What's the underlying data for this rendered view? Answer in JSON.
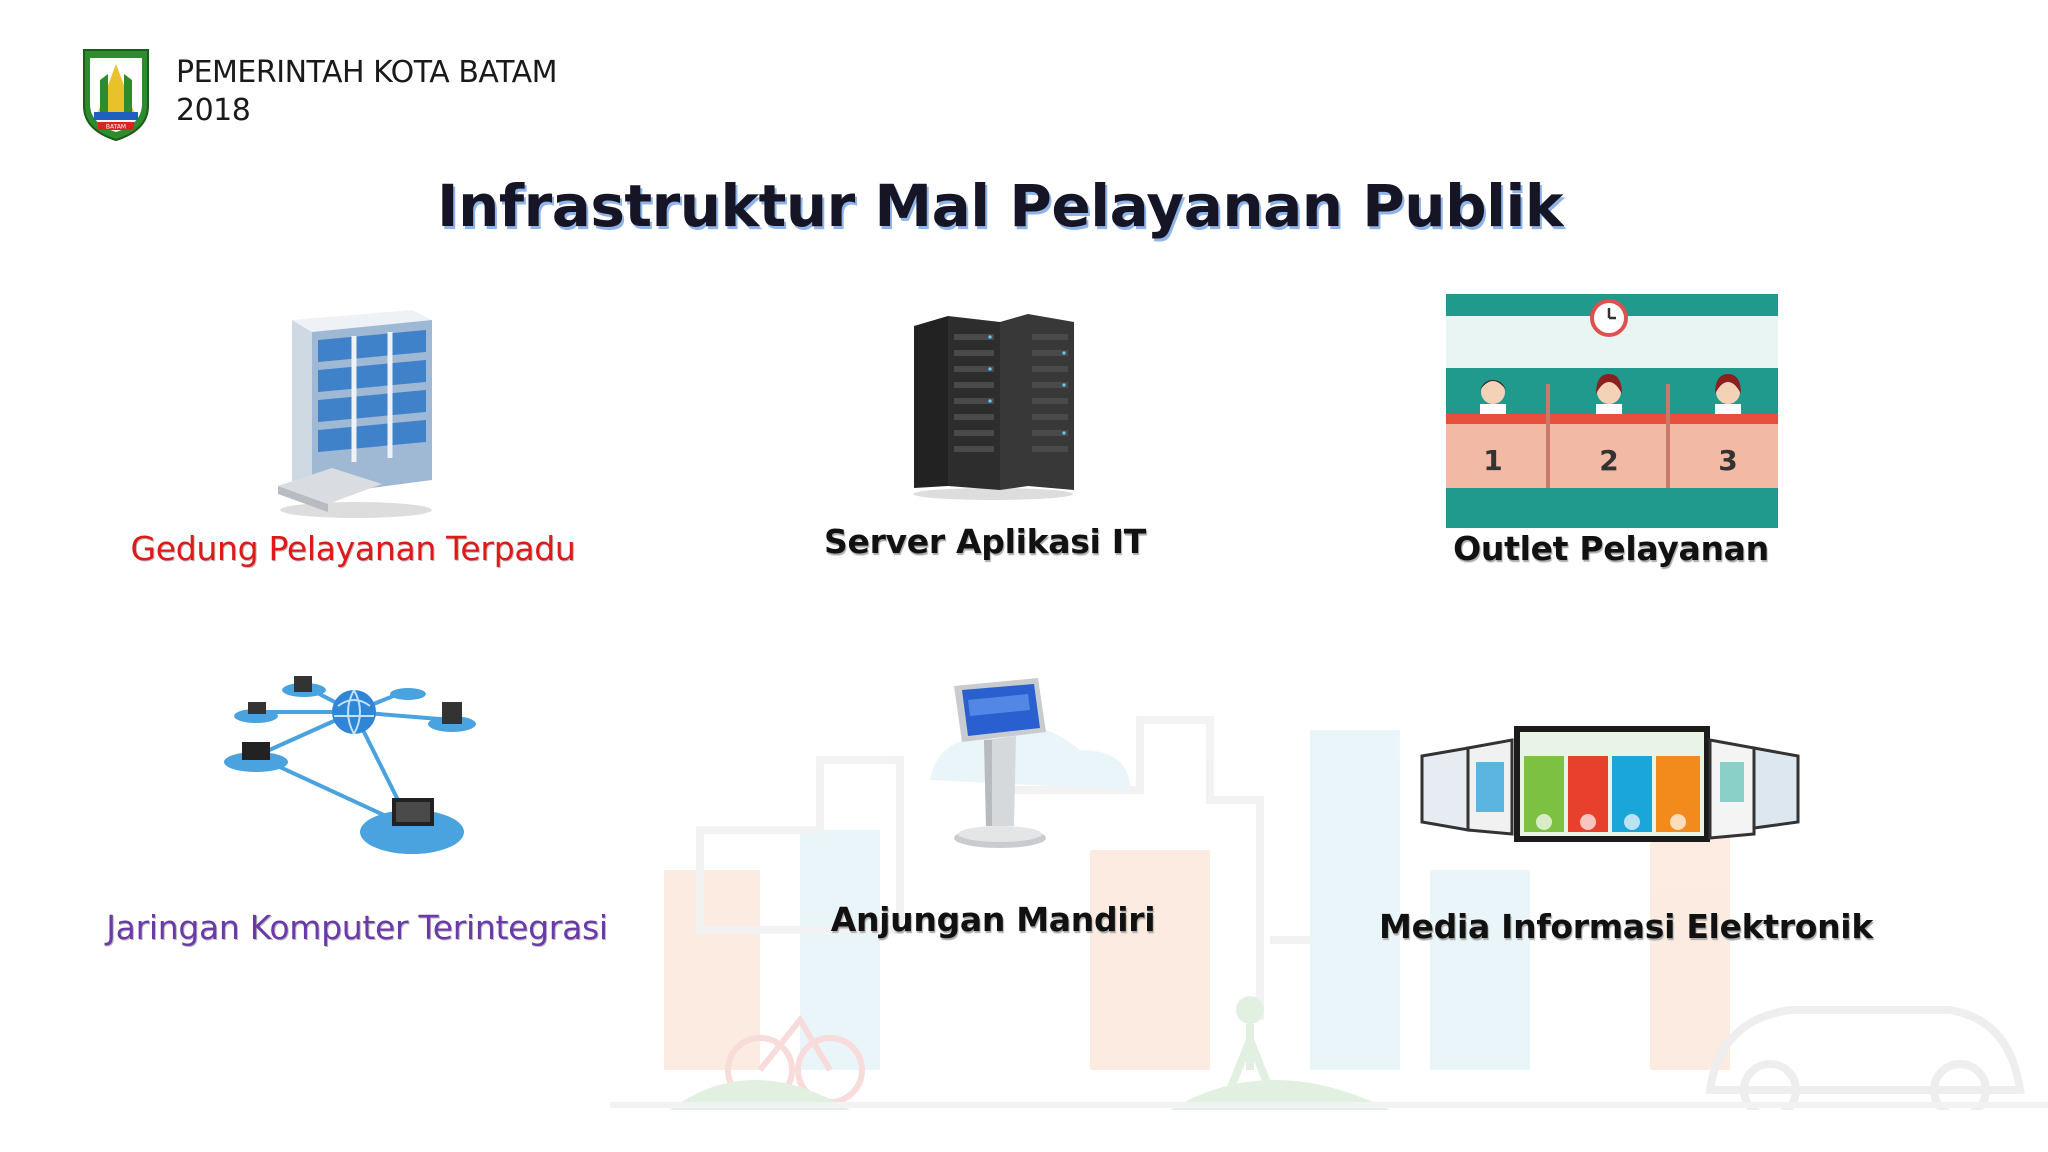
{
  "header": {
    "org_name": "PEMERINTAH KOTA BATAM",
    "year": "2018",
    "logo_text": "BATAM"
  },
  "title": "Infrastruktur Mal Pelayanan Publik",
  "items": [
    {
      "label": "Gedung Pelayanan Terpadu",
      "icon": "building-icon",
      "color": "#e01818"
    },
    {
      "label": "Server Aplikasi IT",
      "icon": "server-rack-icon",
      "color": "#111111"
    },
    {
      "label": "Outlet Pelayanan",
      "icon": "service-counter-icon",
      "color": "#111111",
      "counters": [
        "1",
        "2",
        "3"
      ]
    },
    {
      "label": "Jaringan Komputer Terintegrasi",
      "icon": "network-icon",
      "color": "#6a3aa8"
    },
    {
      "label": "Anjungan Mandiri",
      "icon": "kiosk-icon",
      "color": "#111111"
    },
    {
      "label": "Media Informasi Elektronik",
      "icon": "digital-signage-icon",
      "color": "#111111"
    }
  ],
  "colors": {
    "title_shadow": "#8fb4ea",
    "counter_teal": "#1f9a8c",
    "counter_desk": "#f2b9a5"
  }
}
